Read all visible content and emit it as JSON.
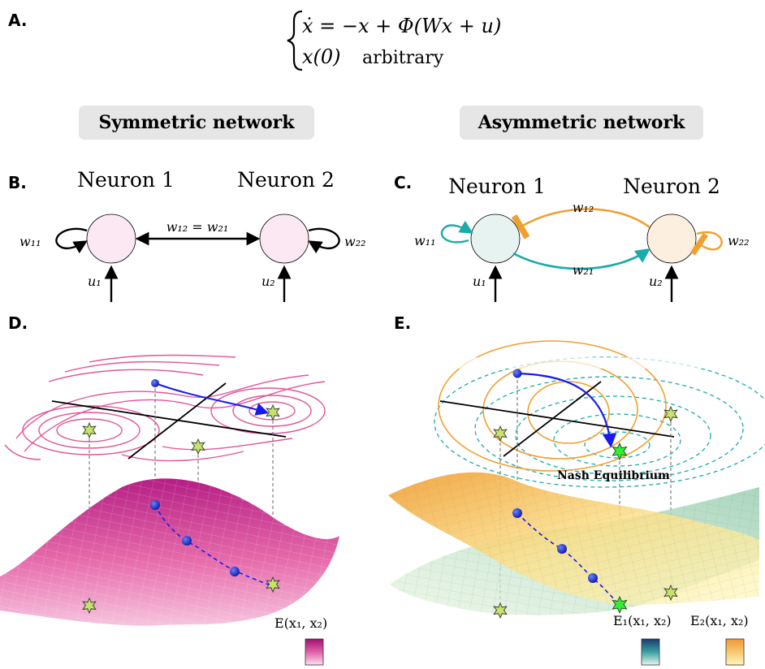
{
  "panels": {
    "A": {
      "label": "A.",
      "eq_line1": "ẋ = −x + Φ(Wx + u)",
      "eq_line2_math": "x(0)",
      "eq_line2_text": "arbitrary"
    },
    "B": {
      "label": "B."
    },
    "C": {
      "label": "C."
    },
    "D": {
      "label": "D."
    },
    "E": {
      "label": "E."
    }
  },
  "headers": {
    "symmetric": "Symmetric network",
    "asymmetric": "Asymmetric network"
  },
  "symmetric": {
    "neuron1_title": "Neuron 1",
    "neuron2_title": "Neuron 2",
    "w11": "w₁₁",
    "w22": "w₂₂",
    "w_coupling": "w₁₂ = w₂₁",
    "u1": "u₁",
    "u2": "u₂",
    "energy_label": "E(x₁, x₂)"
  },
  "asymmetric": {
    "neuron1_title": "Neuron 1",
    "neuron2_title": "Neuron 2",
    "w11": "w₁₁",
    "w22": "w₂₂",
    "w12": "w₁₂",
    "w21": "w₂₁",
    "u1": "u₁",
    "u2": "u₂",
    "nash": "Nash Equilibrium",
    "energy1_label": "E₁(x₁, x₂)",
    "energy2_label": "E₂(x₁, x₂)"
  },
  "colors": {
    "neuron_sym": "#fbe8f2",
    "neuron_asym1": "#e7f3f1",
    "neuron_asym2": "#fcefe0",
    "teal": "#1aabab",
    "orange": "#f0a030",
    "magenta": "#c0187c",
    "contour_pink": "#e0559a",
    "trajectory": "#1a1aee",
    "star": "#c6e36a",
    "star_nash": "#33ee33",
    "badge_bg": "#e6e6e6"
  }
}
